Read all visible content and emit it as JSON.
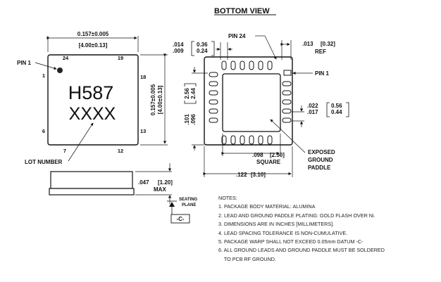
{
  "title": "BOTTOM VIEW",
  "top_view": {
    "width_in": "0.157±0.005",
    "width_mm": "[4.00±0.13]",
    "height_in": "0.157±0.005",
    "height_mm": "[4.00±0.13]",
    "pin1_label": "PIN 1",
    "marking_line1": "H587",
    "marking_line2": "XXXX",
    "lot_label": "LOT NUMBER",
    "pin_nums": {
      "p24": "24",
      "p19": "19",
      "p1": "1",
      "p18": "18",
      "p6": "6",
      "p13": "13",
      "p7": "7",
      "p12": "12"
    }
  },
  "side_view": {
    "height_in": ".047",
    "height_mm": "[1.20]",
    "max_label": "MAX",
    "seating_line1": "SEATING",
    "seating_line2": "PLANE",
    "datum": "-C-"
  },
  "bottom_view": {
    "pin24_label": "PIN 24",
    "pin1_label": "PIN 1",
    "lead_w_in_a": ".014",
    "lead_w_in_b": ".009",
    "lead_w_mm_a": "0.36",
    "lead_w_mm_b": "0.24",
    "ref_in": ".013",
    "ref_mm": "[0.32]",
    "ref_label": "REF",
    "pitch_in_a": ".101",
    "pitch_in_b": ".096",
    "pitch_mm_a": "2.56",
    "pitch_mm_b": "2.44",
    "lead_l_in_a": ".022",
    "lead_l_in_b": ".017",
    "lead_l_mm_a": "0.56",
    "lead_l_mm_b": "0.44",
    "paddle_in": ".098",
    "paddle_mm": "[2.50]",
    "square_label": "SQUARE",
    "body_in": ".122",
    "body_mm": "[3.10]",
    "exposed_1": "EXPOSED",
    "exposed_2": "GROUND",
    "exposed_3": "PADDLE"
  },
  "notes": {
    "heading": "NOTES:",
    "items": [
      "1. PACKAGE BODY MATERIAL: ALUMINA",
      "2. LEAD AND GROUND PADDLE PLATING: GOLD FLASH OVER Ni.",
      "3. DIMENSIONS ARE IN INCHES [MILLIMETERS].",
      "4. LEAD SPACING TOLERANCE IS NON-CUMULATIVE.",
      "5. PACKAGE WARP SHALL NOT EXCEED 0.05mm DATUM -C-",
      "6. ALL GROUND LEADS AND GROUND PADDLE MUST BE SOLDERED",
      "    TO PCB RF GROUND."
    ]
  }
}
